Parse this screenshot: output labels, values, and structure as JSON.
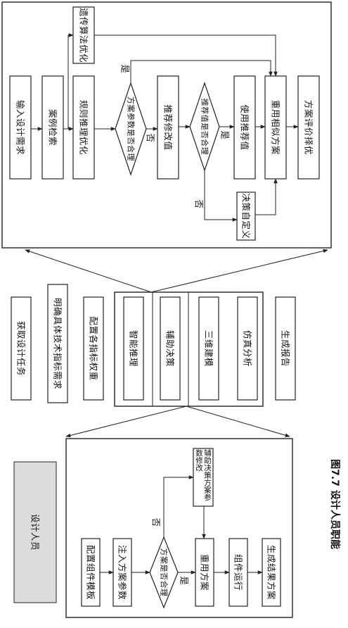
{
  "caption": "图7.7  设计人员职能",
  "top_panel": {
    "input_requirements": "输入设计需求",
    "case_retrieval": "案例检索",
    "genetic_optimization": "遗传算法优化",
    "rule_reasoning": "规则推理优化",
    "param_reasonable": "方案参数是否合理",
    "recommend_modify": "推荐修改值",
    "recommend_reasonable": "推荐值是否合理",
    "use_recommended": "使用推荐值",
    "reuse_similar": "重用相似方案",
    "evaluate_select": "方案评价择优",
    "decision_custom": "决策自定义",
    "yes": "是",
    "no": "否"
  },
  "middle_panel": {
    "obtain_task": "获取设计任务",
    "specify_requirements": "明确具体技术指标需求",
    "configure_weights": "配置各指标权重",
    "smart_reasoning": "智能推理",
    "aided_decision": "辅助决策",
    "modeling_3d": "三维建模",
    "simulation": "仿真分析",
    "report": "生成报告"
  },
  "bottom_panel": {
    "role": "设计人员",
    "configure_template": "配置组件模板",
    "inject_params": "注入方案参数",
    "plan_reasonable": "方案是否合理",
    "reuse_plan": "重用方案",
    "aided_modify": "辅助决策方案参数修改",
    "component_run": "组件运行",
    "generate_result": "生成结果方案",
    "yes": "是",
    "no": "否"
  }
}
